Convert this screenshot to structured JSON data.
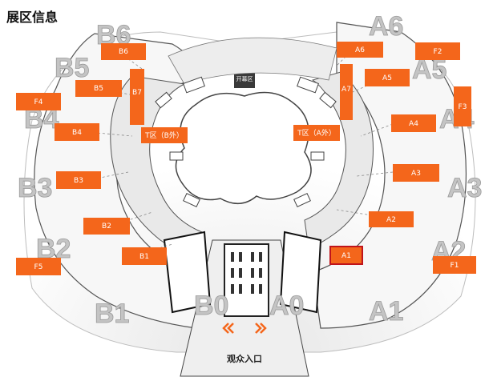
{
  "title": "展区信息",
  "colors": {
    "label_bg": "#f4661b",
    "label_text": "#ffffff",
    "highlight_border": "#c0141b"
  },
  "zone_letters": [
    "B6",
    "B5",
    "B4",
    "B3",
    "B2",
    "B1",
    "B0",
    "A0",
    "A1",
    "A2",
    "A3",
    "A4",
    "A5",
    "A6"
  ],
  "labels": {
    "B6": "B6",
    "B5": "B5",
    "B4": "B4",
    "B3": "B3",
    "B2": "B2",
    "B1": "B1",
    "B7": "B7",
    "A6": "A6",
    "A5": "A5",
    "A4": "A4",
    "A3": "A3",
    "A2": "A2",
    "A1": "A1",
    "A7": "A7",
    "F1": "F1",
    "F2": "F2",
    "F3": "F3",
    "F4": "F4",
    "F5": "F5",
    "T_B": "T区（B外）",
    "T_A": "T区（A外）"
  },
  "center_sign": "开幕区",
  "entrance": "观众入口"
}
